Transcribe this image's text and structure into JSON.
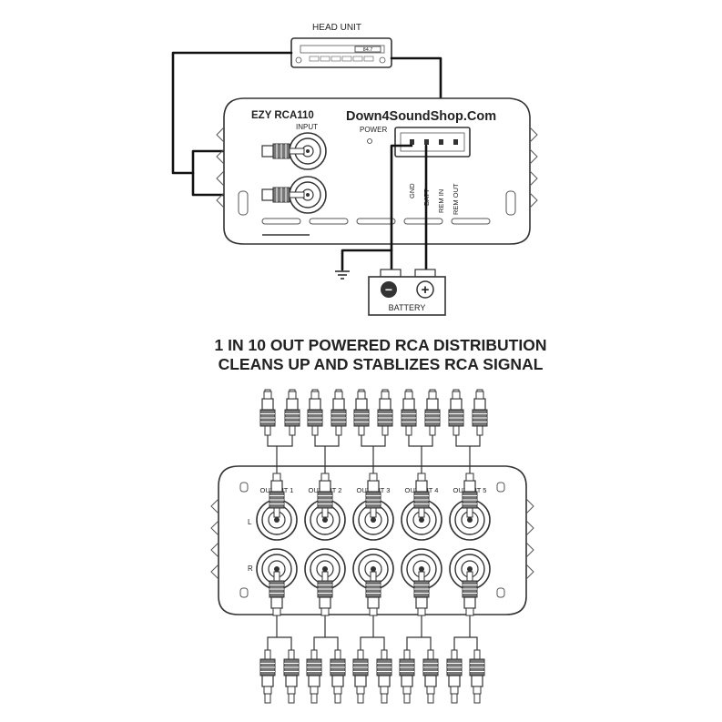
{
  "colors": {
    "ink": "#222222",
    "wire": "#111111",
    "background": "#ffffff",
    "panel": "#ffffff"
  },
  "top_diagram": {
    "head_unit": {
      "label": "HEAD UNIT",
      "display": "84.7"
    },
    "amp": {
      "model": "EZY RCA110",
      "input_label": "INPUT",
      "brand": "Down4SoundShop.Com",
      "power_label": "POWER",
      "terminals": [
        "GND",
        "BATT",
        "REM IN",
        "REM OUT"
      ]
    },
    "battery": {
      "label": "BATTERY",
      "negative": "−",
      "positive": "+"
    },
    "ground_icon": "ground-symbol-icon"
  },
  "headline": {
    "line1": "1 IN 10 OUT POWERED RCA DISTRIBUTION",
    "line2": "CLEANS UP AND STABLIZES RCA SIGNAL"
  },
  "bottom_diagram": {
    "outputs": [
      "OUTPUT 1",
      "OUTPUT 2",
      "OUTPUT 3",
      "OUTPUT 4",
      "OUTPUT 5"
    ],
    "row_left": "L",
    "row_right": "R"
  }
}
